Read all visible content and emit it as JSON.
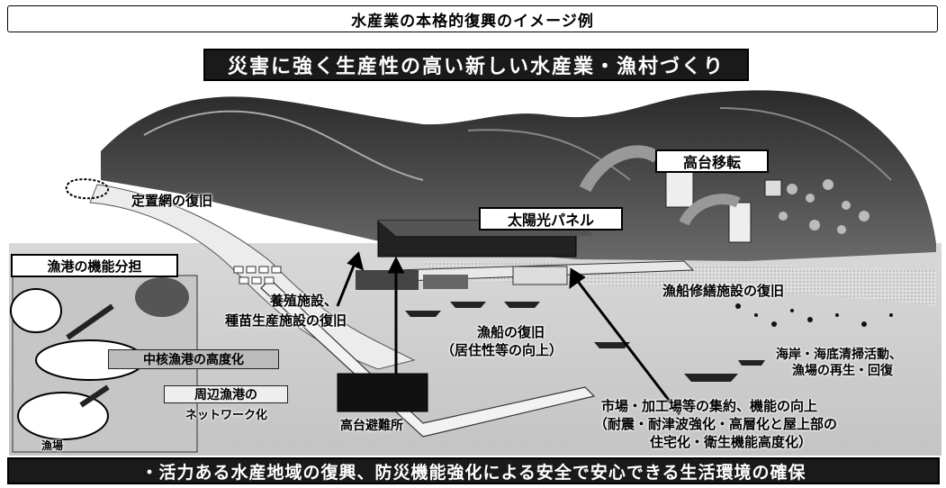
{
  "title": "水産業の本格的復興のイメージ例",
  "banner": "災害に強く生産性の高い新しい水産業・漁村づくり",
  "labels": {
    "teichi": "定置網の復旧",
    "koudai_iten": "高台移転",
    "taiyoko": "太陽光パネル",
    "gyokou_bunntan": "漁港の機能分担",
    "yoshoku_line1": "養殖施設、",
    "yoshoku_line2": "種苗生産施設の復旧",
    "chukaku": "中核漁港の高度化",
    "shuhen_line1": "周辺漁港の",
    "shuhen_line2": "ネットワーク化",
    "gyoko_small": "漁場",
    "koudai_hinan": "高台避難所",
    "gyosen_line1": "漁船の復旧",
    "gyosen_line2": "（居住性等の向上）",
    "shuri": "漁船修繕施設の復旧",
    "kaigan_line1": "海岸・海底清掃活動、",
    "kaigan_line2": "漁場の再生・回復",
    "ichiba_line1": "市場・加工場等の集約、機能の向上",
    "ichiba_line2": "（耐震・耐津波強化・高層化と屋上部の",
    "ichiba_line3": "住宅化・衛生機能高度化）"
  },
  "bottom": "・活力ある水産地域の復興、防災機能強化による安全で安心できる生活環境の確保"
}
